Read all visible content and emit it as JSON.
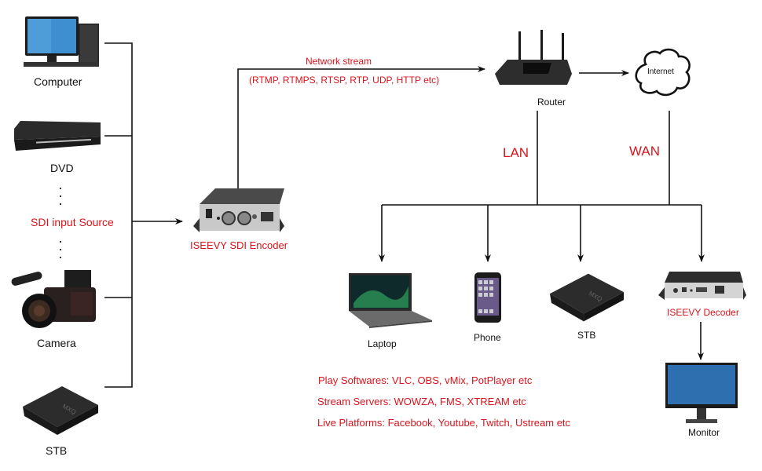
{
  "sources": {
    "computer": "Computer",
    "dvd": "DVD",
    "sdi_input_source": "SDI input Source",
    "camera": "Camera",
    "stb": "STB",
    "ellipsis": "⋮"
  },
  "encoder": {
    "label": "ISEEVY SDI Encoder"
  },
  "network": {
    "title": "Network stream",
    "protocols": "(RTMP, RTMPS, RTSP, RTP, UDP, HTTP etc)"
  },
  "router": {
    "label": "Router"
  },
  "internet": {
    "label": "Internet"
  },
  "links": {
    "lan": "LAN",
    "wan": "WAN"
  },
  "clients": {
    "laptop": "Laptop",
    "phone": "Phone",
    "stb": "STB",
    "decoder": "ISEEVY Decoder",
    "monitor": "Monitor"
  },
  "notes": [
    "Play Softwares: VLC, OBS, vMix, PotPlayer etc",
    "Stream Servers: WOWZA, FMS, XTREAM etc",
    "Live Platforms: Facebook, Youtube, Twitch, Ustream etc"
  ],
  "colors": {
    "accent": "#d8141c",
    "line": "#111111"
  }
}
